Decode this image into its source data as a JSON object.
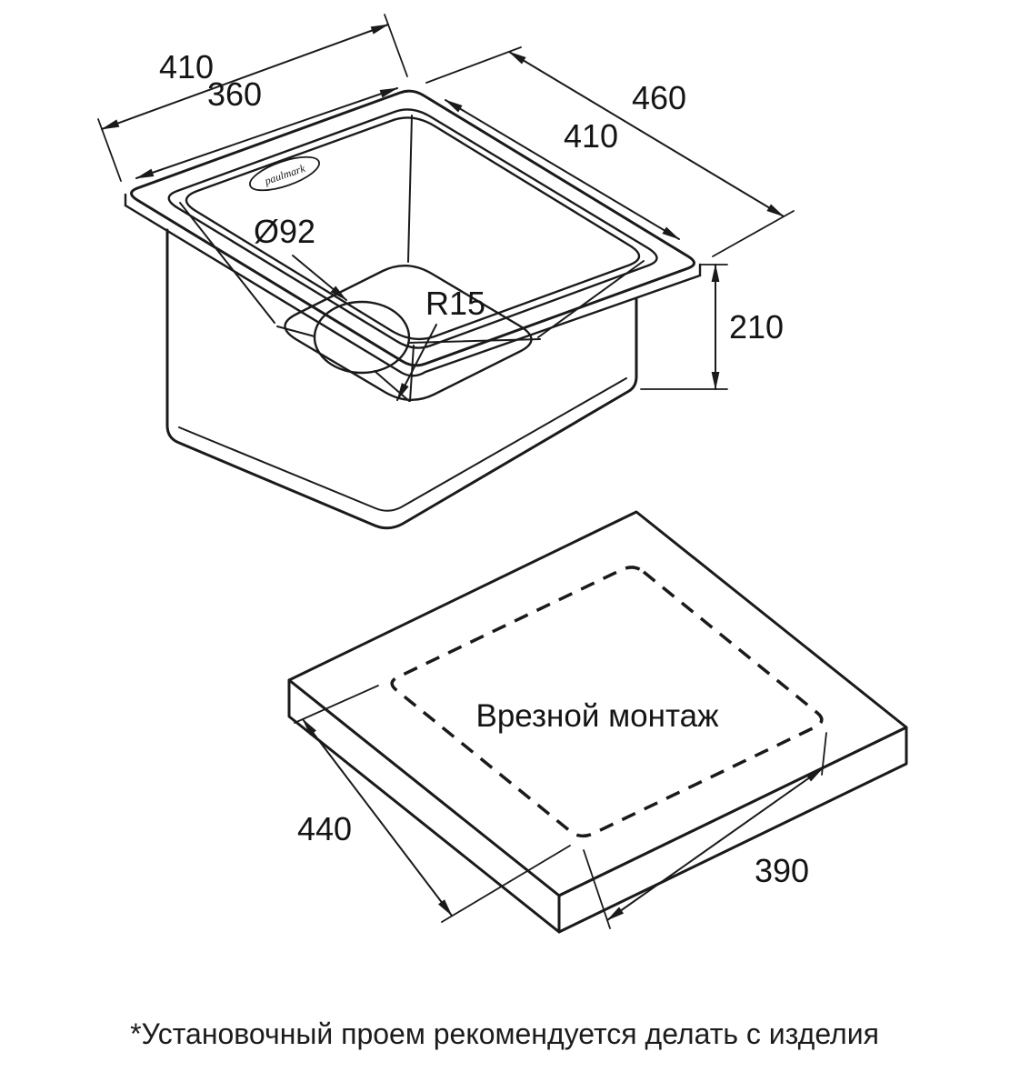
{
  "colors": {
    "line": "#1a1a1a",
    "background": "#ffffff",
    "text": "#141414"
  },
  "drawing": {
    "brand": "paulmark",
    "sink": {
      "dim_outer_width": "410",
      "dim_inner_width": "360",
      "dim_outer_depth": "460",
      "dim_inner_depth": "410",
      "dim_drain_diameter": "Ø92",
      "dim_corner_radius": "R15",
      "dim_height": "210"
    },
    "cutout": {
      "label": "Врезной монтаж",
      "dim_width": "440",
      "dim_depth": "390"
    },
    "footnote": "*Установочный проем рекомендуется делать с изделия"
  }
}
